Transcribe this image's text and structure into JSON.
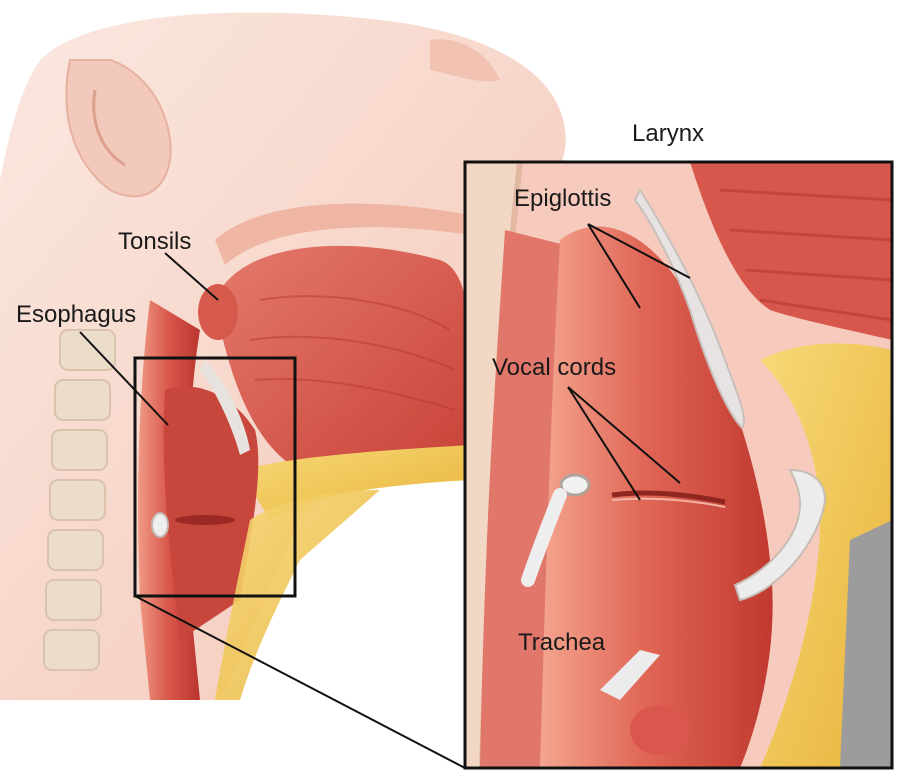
{
  "labels": {
    "larynx": "Larynx",
    "tonsils": "Tonsils",
    "esophagus": "Esophagus",
    "epiglottis": "Epiglottis",
    "vocal_cords": "Vocal cords",
    "trachea": "Trachea"
  },
  "colors": {
    "skin": "#f6d2c6",
    "flesh": "#e0665a",
    "deep_red": "#b8322c",
    "tongue": "#d9574e",
    "cartilage": "#dcdcdc",
    "fat": "#f2c84b",
    "vertebra": "#e8d8c8",
    "outline": "#111111"
  }
}
